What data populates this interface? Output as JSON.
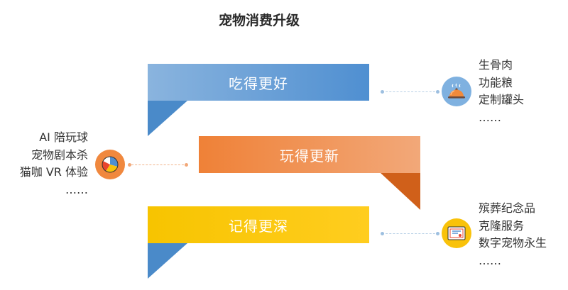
{
  "title": "宠物消费升级",
  "levels": [
    {
      "label": "吃得更好",
      "items": [
        "生骨肉",
        "功能粮",
        "定制罐头",
        "……"
      ],
      "icon": "food-cloche-icon",
      "color": "#5b95d2"
    },
    {
      "label": "玩得更新",
      "items": [
        "AI 陪玩球",
        "宠物剧本杀",
        "猫咖 VR 体验",
        "……"
      ],
      "icon": "ball-icon",
      "color": "#f0883e"
    },
    {
      "label": "记得更深",
      "items": [
        "殡葬纪念品",
        "克隆服务",
        "数字宠物永生",
        "……"
      ],
      "icon": "certificate-icon",
      "color": "#f9c20a"
    }
  ]
}
